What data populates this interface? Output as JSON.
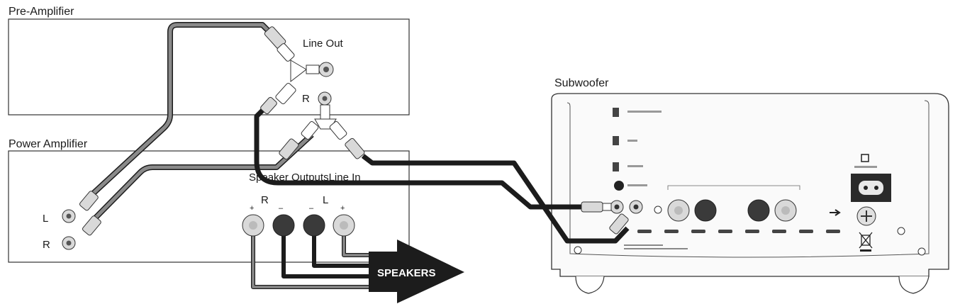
{
  "labels": {
    "pre_amplifier": "Pre-Amplifier",
    "power_amplifier": "Power Amplifier",
    "subwoofer": "Subwoofer",
    "line_out": "Line Out",
    "line_out_r": "R",
    "speaker_outputs_line_in": "Speaker OutputsLine In",
    "speaker_r": "R",
    "speaker_l": "L",
    "amp_l": "L",
    "amp_r": "R",
    "speakers": "SPEAKERS",
    "plus": "+",
    "minus": "–"
  },
  "colors": {
    "gray_cable": "#8a8a8a",
    "black_cable": "#1c1c1c",
    "panel_stroke": "#333333",
    "terminal_red": "#3a3a3a",
    "terminal_white": "#d9d9d9"
  }
}
